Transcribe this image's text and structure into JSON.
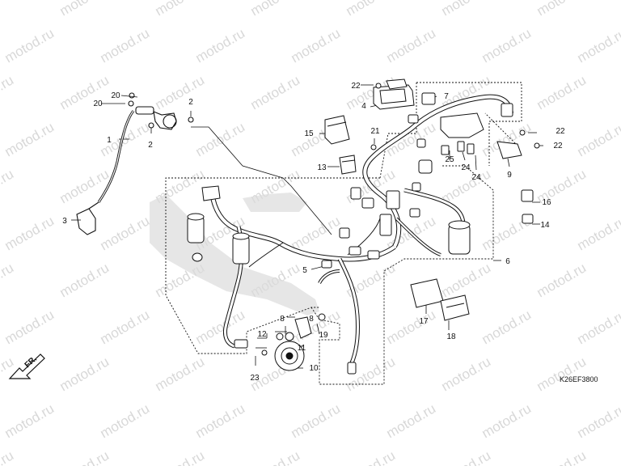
{
  "diagram": {
    "code": "K26EF3800",
    "direction_label": "FR.",
    "watermark_text": "motod.ru",
    "callouts": [
      "1",
      "2",
      "2",
      "3",
      "4",
      "5",
      "6",
      "7",
      "8",
      "8",
      "9",
      "10",
      "11",
      "12",
      "13",
      "14",
      "15",
      "16",
      "17",
      "18",
      "19",
      "20",
      "20",
      "21",
      "22",
      "22",
      "22",
      "23",
      "24",
      "24",
      "25"
    ]
  },
  "colors": {
    "line": "#111111",
    "watermark": "#c8c8c8",
    "shade": "#d9d9d9",
    "background": "#ffffff"
  }
}
